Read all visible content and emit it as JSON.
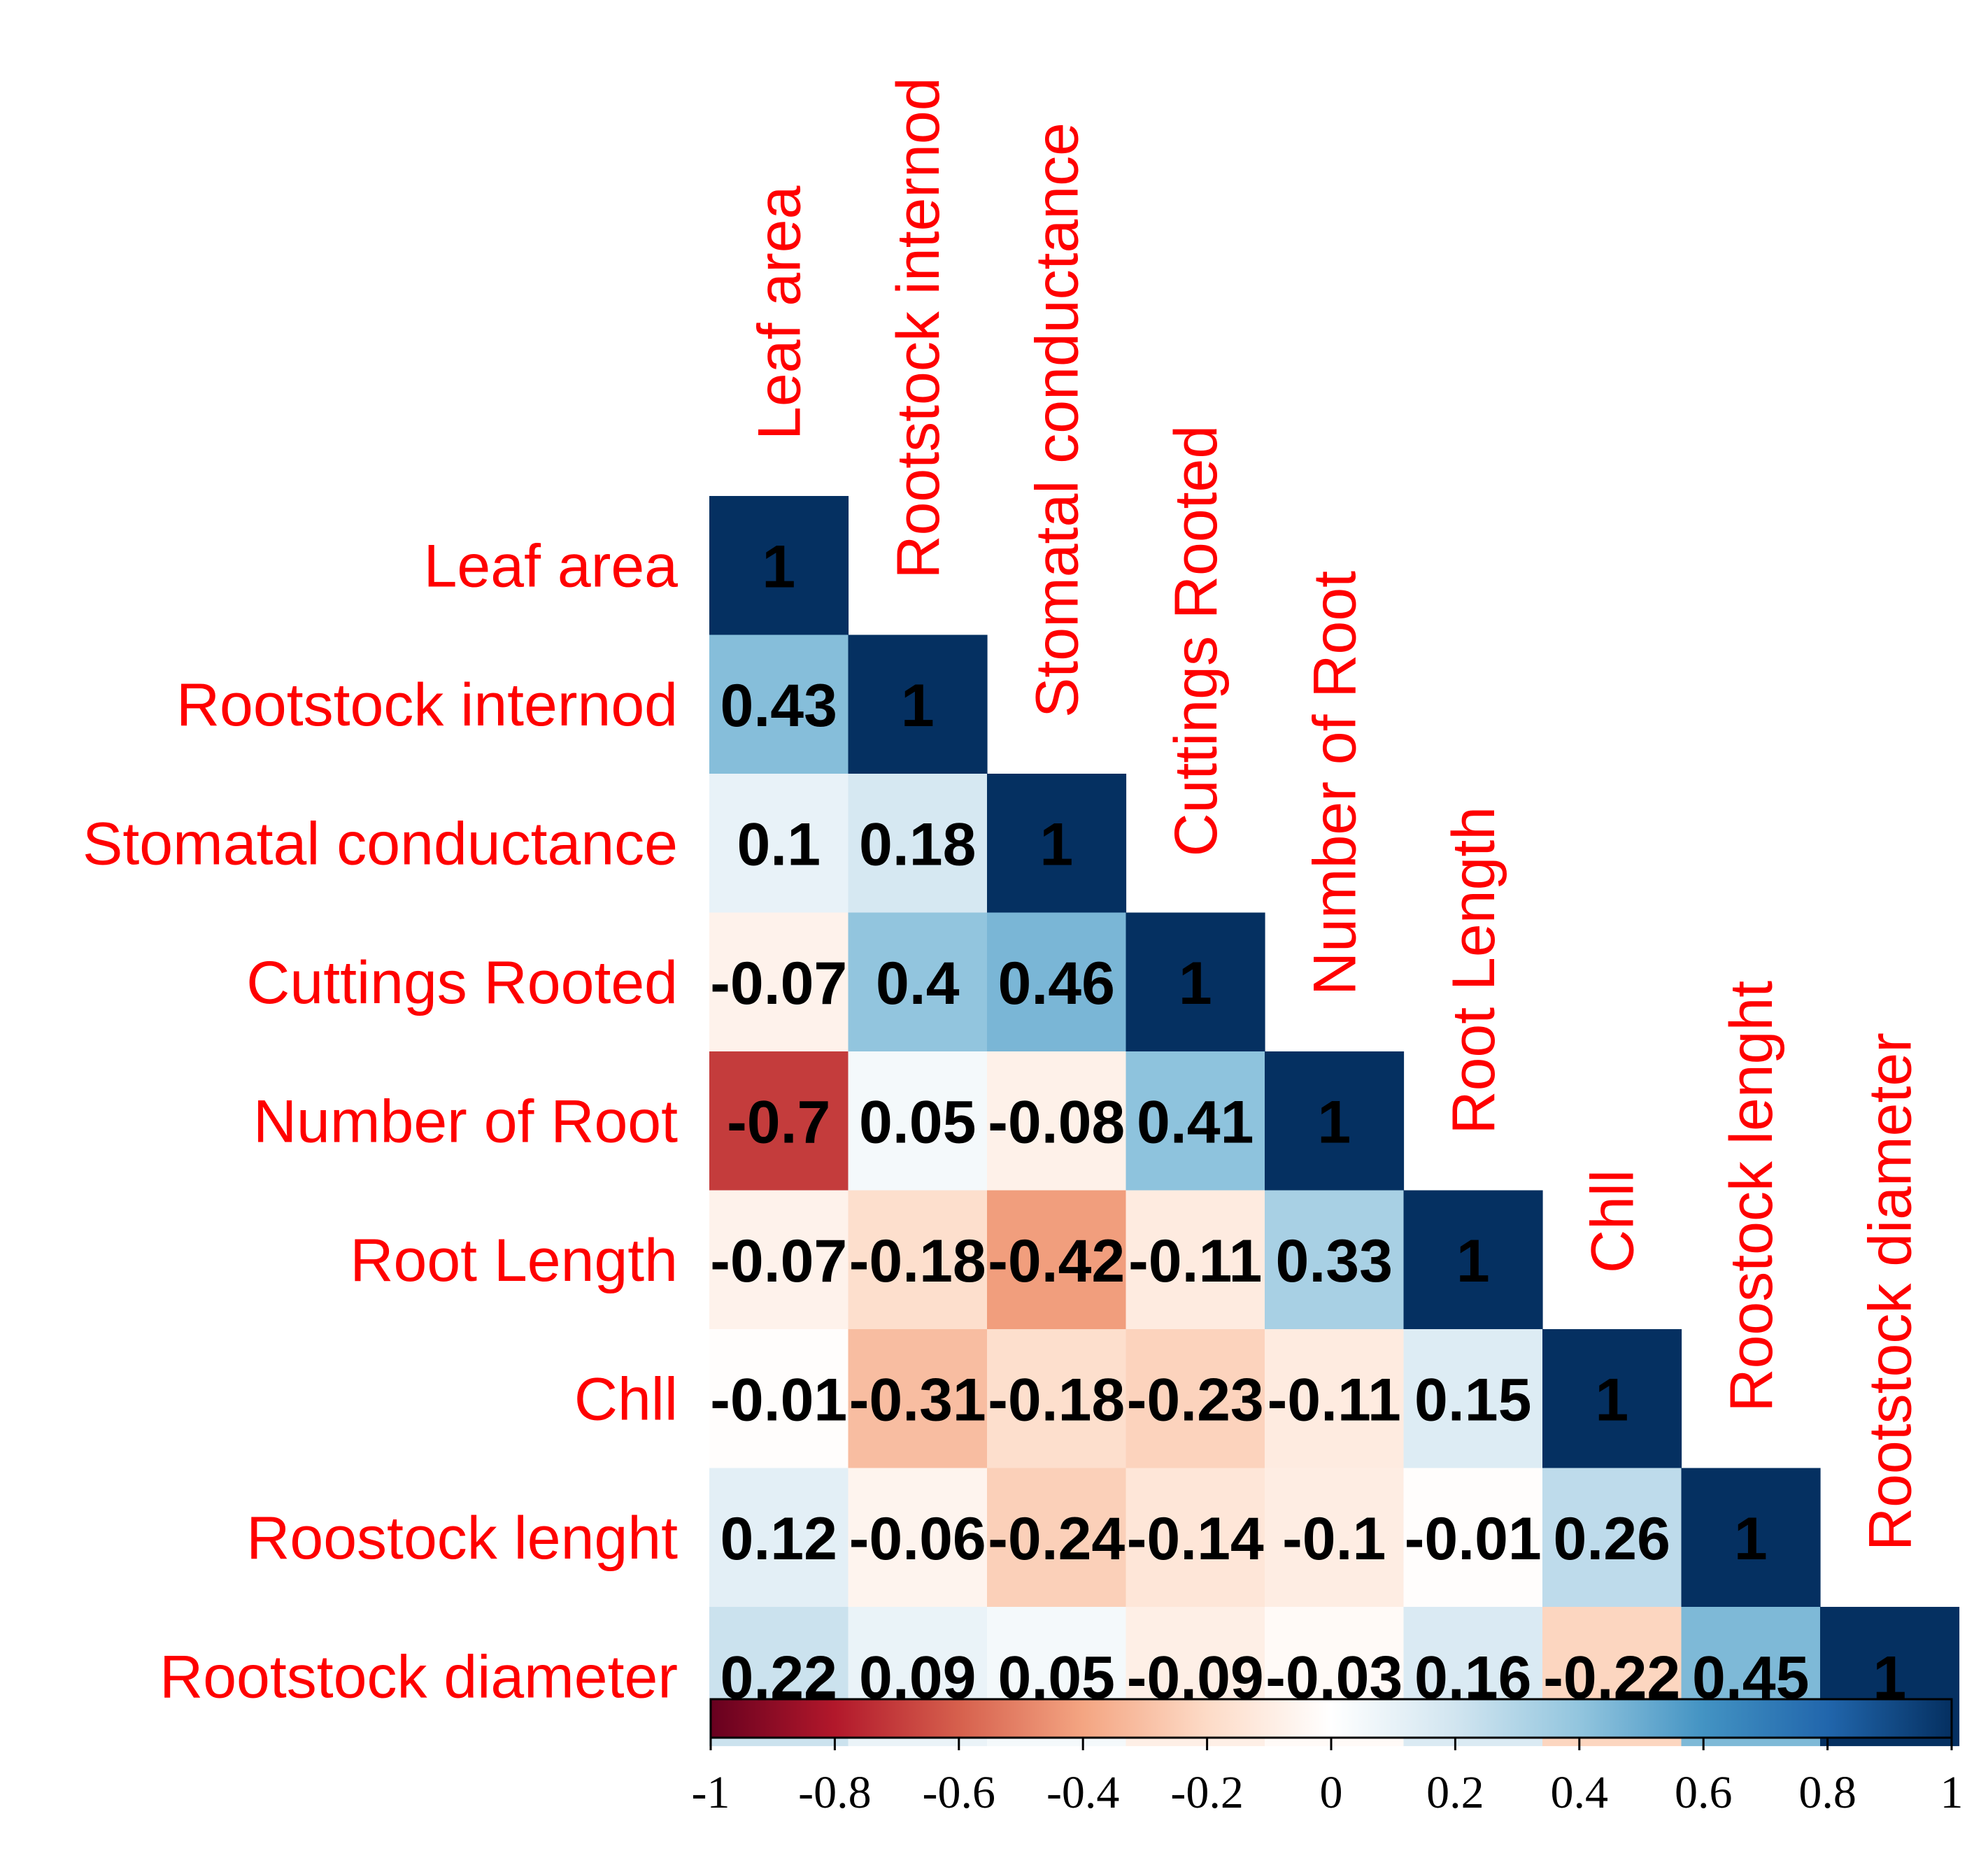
{
  "chart_data": {
    "type": "heatmap",
    "variables": [
      "Leaf area",
      "Rootstock internod",
      "Stomatal conductance",
      "Cuttings Rooted",
      "Number of Root",
      "Root Length",
      "Chll",
      "Roostock lenght",
      "Rootstock diameter"
    ],
    "matrix_lower": [
      [
        1
      ],
      [
        0.43,
        1
      ],
      [
        0.1,
        0.18,
        1
      ],
      [
        -0.07,
        0.4,
        0.46,
        1
      ],
      [
        -0.7,
        0.05,
        -0.08,
        0.41,
        1
      ],
      [
        -0.07,
        -0.18,
        -0.42,
        -0.11,
        0.33,
        1
      ],
      [
        -0.01,
        -0.31,
        -0.18,
        -0.23,
        -0.11,
        0.15,
        1
      ],
      [
        0.12,
        -0.06,
        -0.24,
        -0.14,
        -0.1,
        -0.01,
        0.26,
        1
      ],
      [
        0.22,
        0.09,
        0.05,
        -0.09,
        -0.03,
        0.16,
        -0.22,
        0.45,
        1
      ]
    ],
    "colorbar": {
      "range": [
        -1,
        1
      ],
      "ticks": [
        "-1",
        "-0.8",
        "-0.6",
        "-0.4",
        "-0.2",
        "0",
        "0.2",
        "0.4",
        "0.6",
        "0.8",
        "1"
      ],
      "colors": [
        "#67001f",
        "#b2182b",
        "#d6604d",
        "#f4a582",
        "#fddbc7",
        "#ffffff",
        "#d1e5f0",
        "#92c5de",
        "#4393c3",
        "#2166ac",
        "#053061"
      ]
    },
    "label_color": "#ff0000",
    "value_color": "#000000",
    "legend_position": "bottom"
  }
}
